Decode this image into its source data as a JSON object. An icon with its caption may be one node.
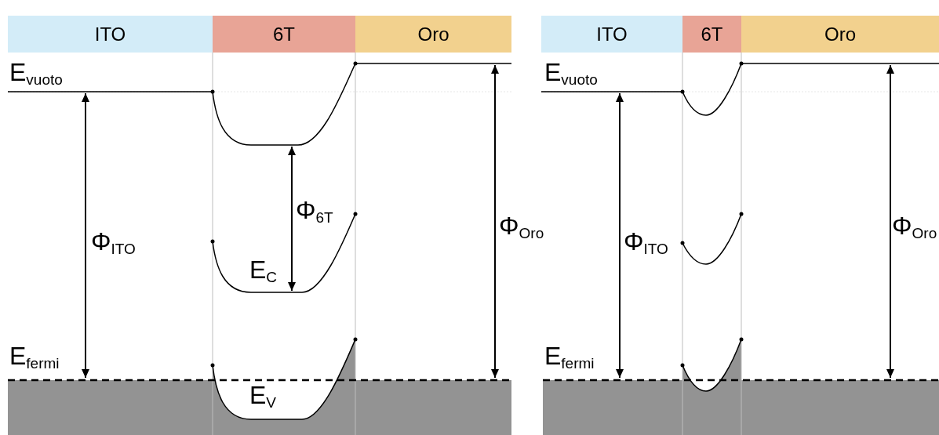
{
  "diagram": {
    "nodes": [
      {
        "text": [
          "ITO"
        ]
      },
      {
        "text": [
          "6T"
        ]
      },
      {
        "text": [
          "Oro"
        ]
      },
      {
        "text": [
          "ITO"
        ]
      },
      {
        "text": [
          "6T"
        ]
      },
      {
        "text": [
          "Oro"
        ]
      }
    ],
    "labels": [
      "E$_{vuoto}$",
      "Φ$_{6T}$",
      "Φ$_{Oro}$",
      "Φ$_{ITO}$",
      "E$_{C}$",
      "E$_{fermi}$",
      "E$_{V}$",
      "E$_{vuoto}$",
      "Φ$_{ITO}$",
      "Φ$_{Oro}$",
      "E$_{fermi}$"
    ]
  }
}
